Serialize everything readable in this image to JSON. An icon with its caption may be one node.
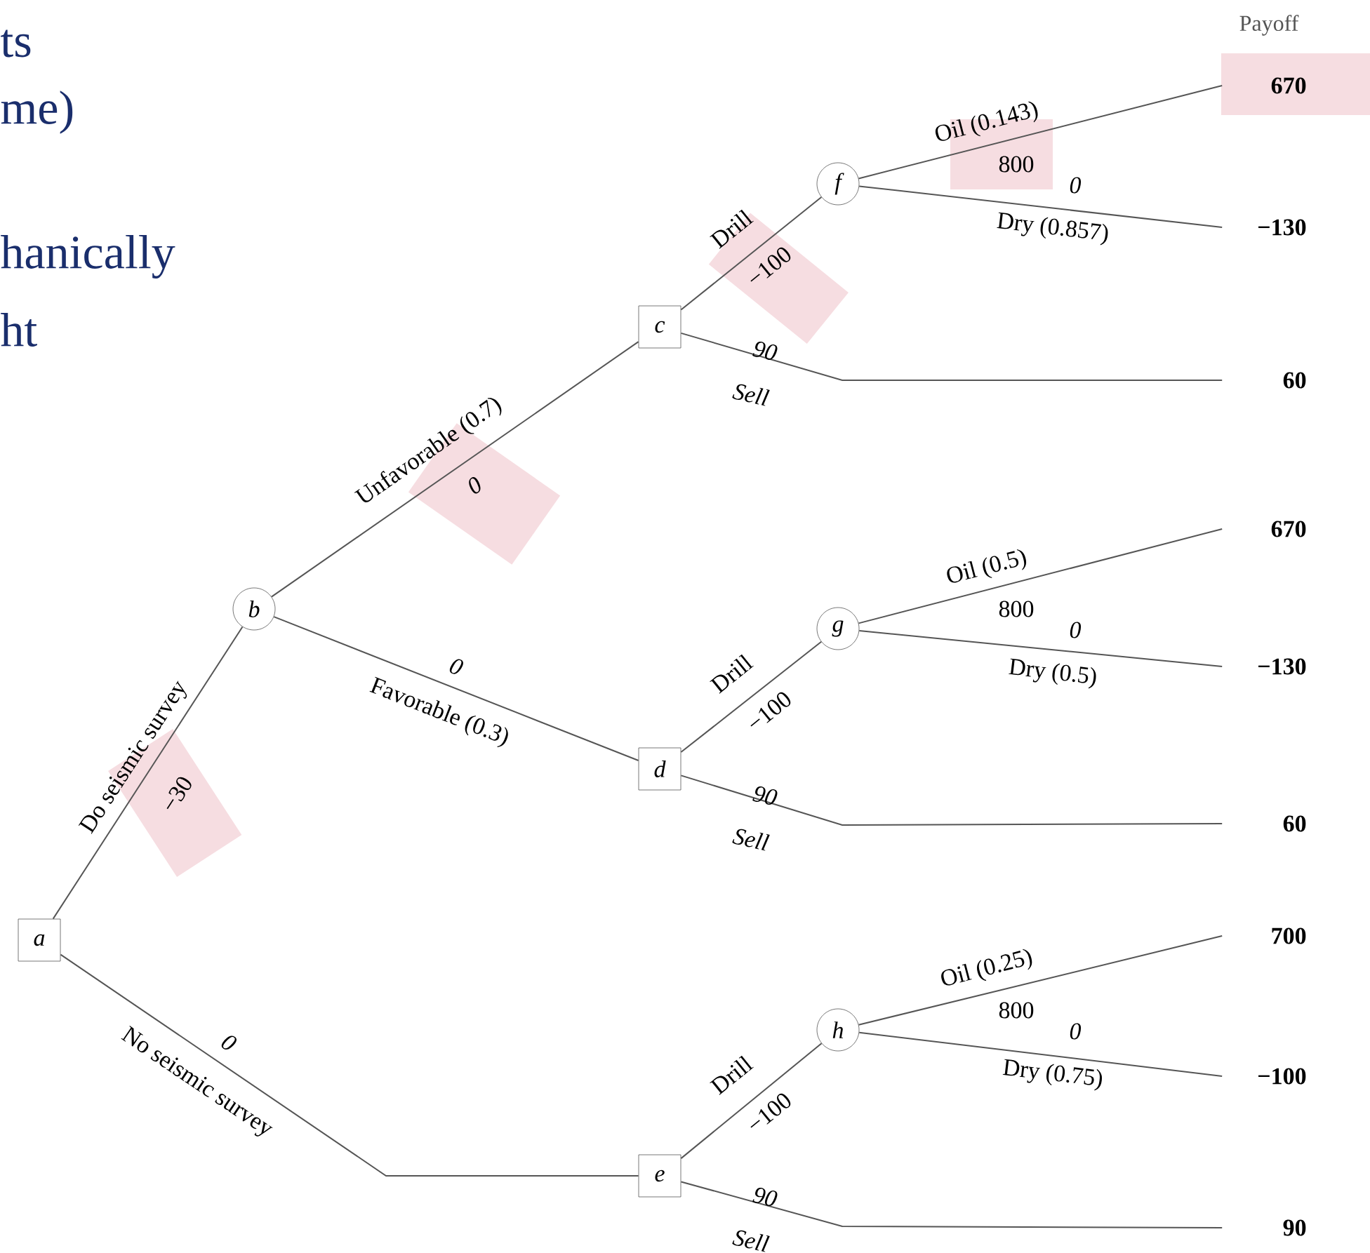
{
  "diagram": {
    "nodes": [
      {
        "text": [
          "a"
        ]
      },
      {
        "text": [
          "b"
        ]
      },
      {
        "text": [
          "c"
        ]
      },
      {
        "text": [
          "d"
        ]
      },
      {
        "text": [
          "e"
        ]
      },
      {
        "text": [
          "f"
        ]
      },
      {
        "text": [
          "g"
        ]
      },
      {
        "text": [
          "h"
        ]
      },
      {
        "text": [
          "670"
        ]
      },
      {
        "text": [
          "−130"
        ]
      },
      {
        "text": [
          "60"
        ]
      },
      {
        "text": [
          "670"
        ]
      },
      {
        "text": [
          "−130"
        ]
      },
      {
        "text": [
          "60"
        ]
      },
      {
        "text": [
          "700"
        ]
      },
      {
        "text": [
          "−100"
        ]
      },
      {
        "text": [
          "90"
        ]
      }
    ],
    "edges": [
      {
        "from": 0,
        "to": 1,
        "arrow": "none",
        "label": "Do seismic survey"
      },
      {
        "from": 0,
        "to": 4,
        "arrow": "none",
        "label": "No seismic survey"
      },
      {
        "from": 1,
        "to": 2,
        "arrow": "none",
        "label": "Unfavorable (0.7)"
      },
      {
        "from": 1,
        "to": 3,
        "arrow": "none",
        "label": "Favorable (0.3)"
      },
      {
        "from": 2,
        "to": 5,
        "arrow": "none",
        "label": "Drill"
      },
      {
        "from": 2,
        "to": 10,
        "arrow": "none",
        "label": "Sell"
      },
      {
        "from": 5,
        "to": 8,
        "arrow": "none",
        "label": "Oil (0.143)"
      },
      {
        "from": 5,
        "to": 9,
        "arrow": "none",
        "label": "Dry (0.857)"
      },
      {
        "from": 3,
        "to": 6,
        "arrow": "none",
        "label": "Drill"
      },
      {
        "from": 3,
        "to": 13,
        "arrow": "none",
        "label": "Sell"
      },
      {
        "from": 6,
        "to": 11,
        "arrow": "none",
        "label": "Oil (0.5)"
      },
      {
        "from": 6,
        "to": 12,
        "arrow": "none",
        "label": "Dry (0.5)"
      },
      {
        "from": 4,
        "to": 7,
        "arrow": "none",
        "label": "Drill"
      },
      {
        "from": 4,
        "to": 16,
        "arrow": "none",
        "label": "Sell"
      },
      {
        "from": 7,
        "to": 14,
        "arrow": "none",
        "label": "Oil (0.25)"
      },
      {
        "from": 7,
        "to": 15,
        "arrow": "none",
        "label": "Dry (0.75)"
      }
    ],
    "labels": [
      "ts",
      "me)",
      "hanically",
      "ht",
      "Payoff",
      "−30",
      "0",
      "0",
      "0",
      "−100",
      "90",
      "800",
      "0",
      "−100",
      "90",
      "800",
      "0",
      "−100",
      "90",
      "800",
      "0"
    ]
  }
}
